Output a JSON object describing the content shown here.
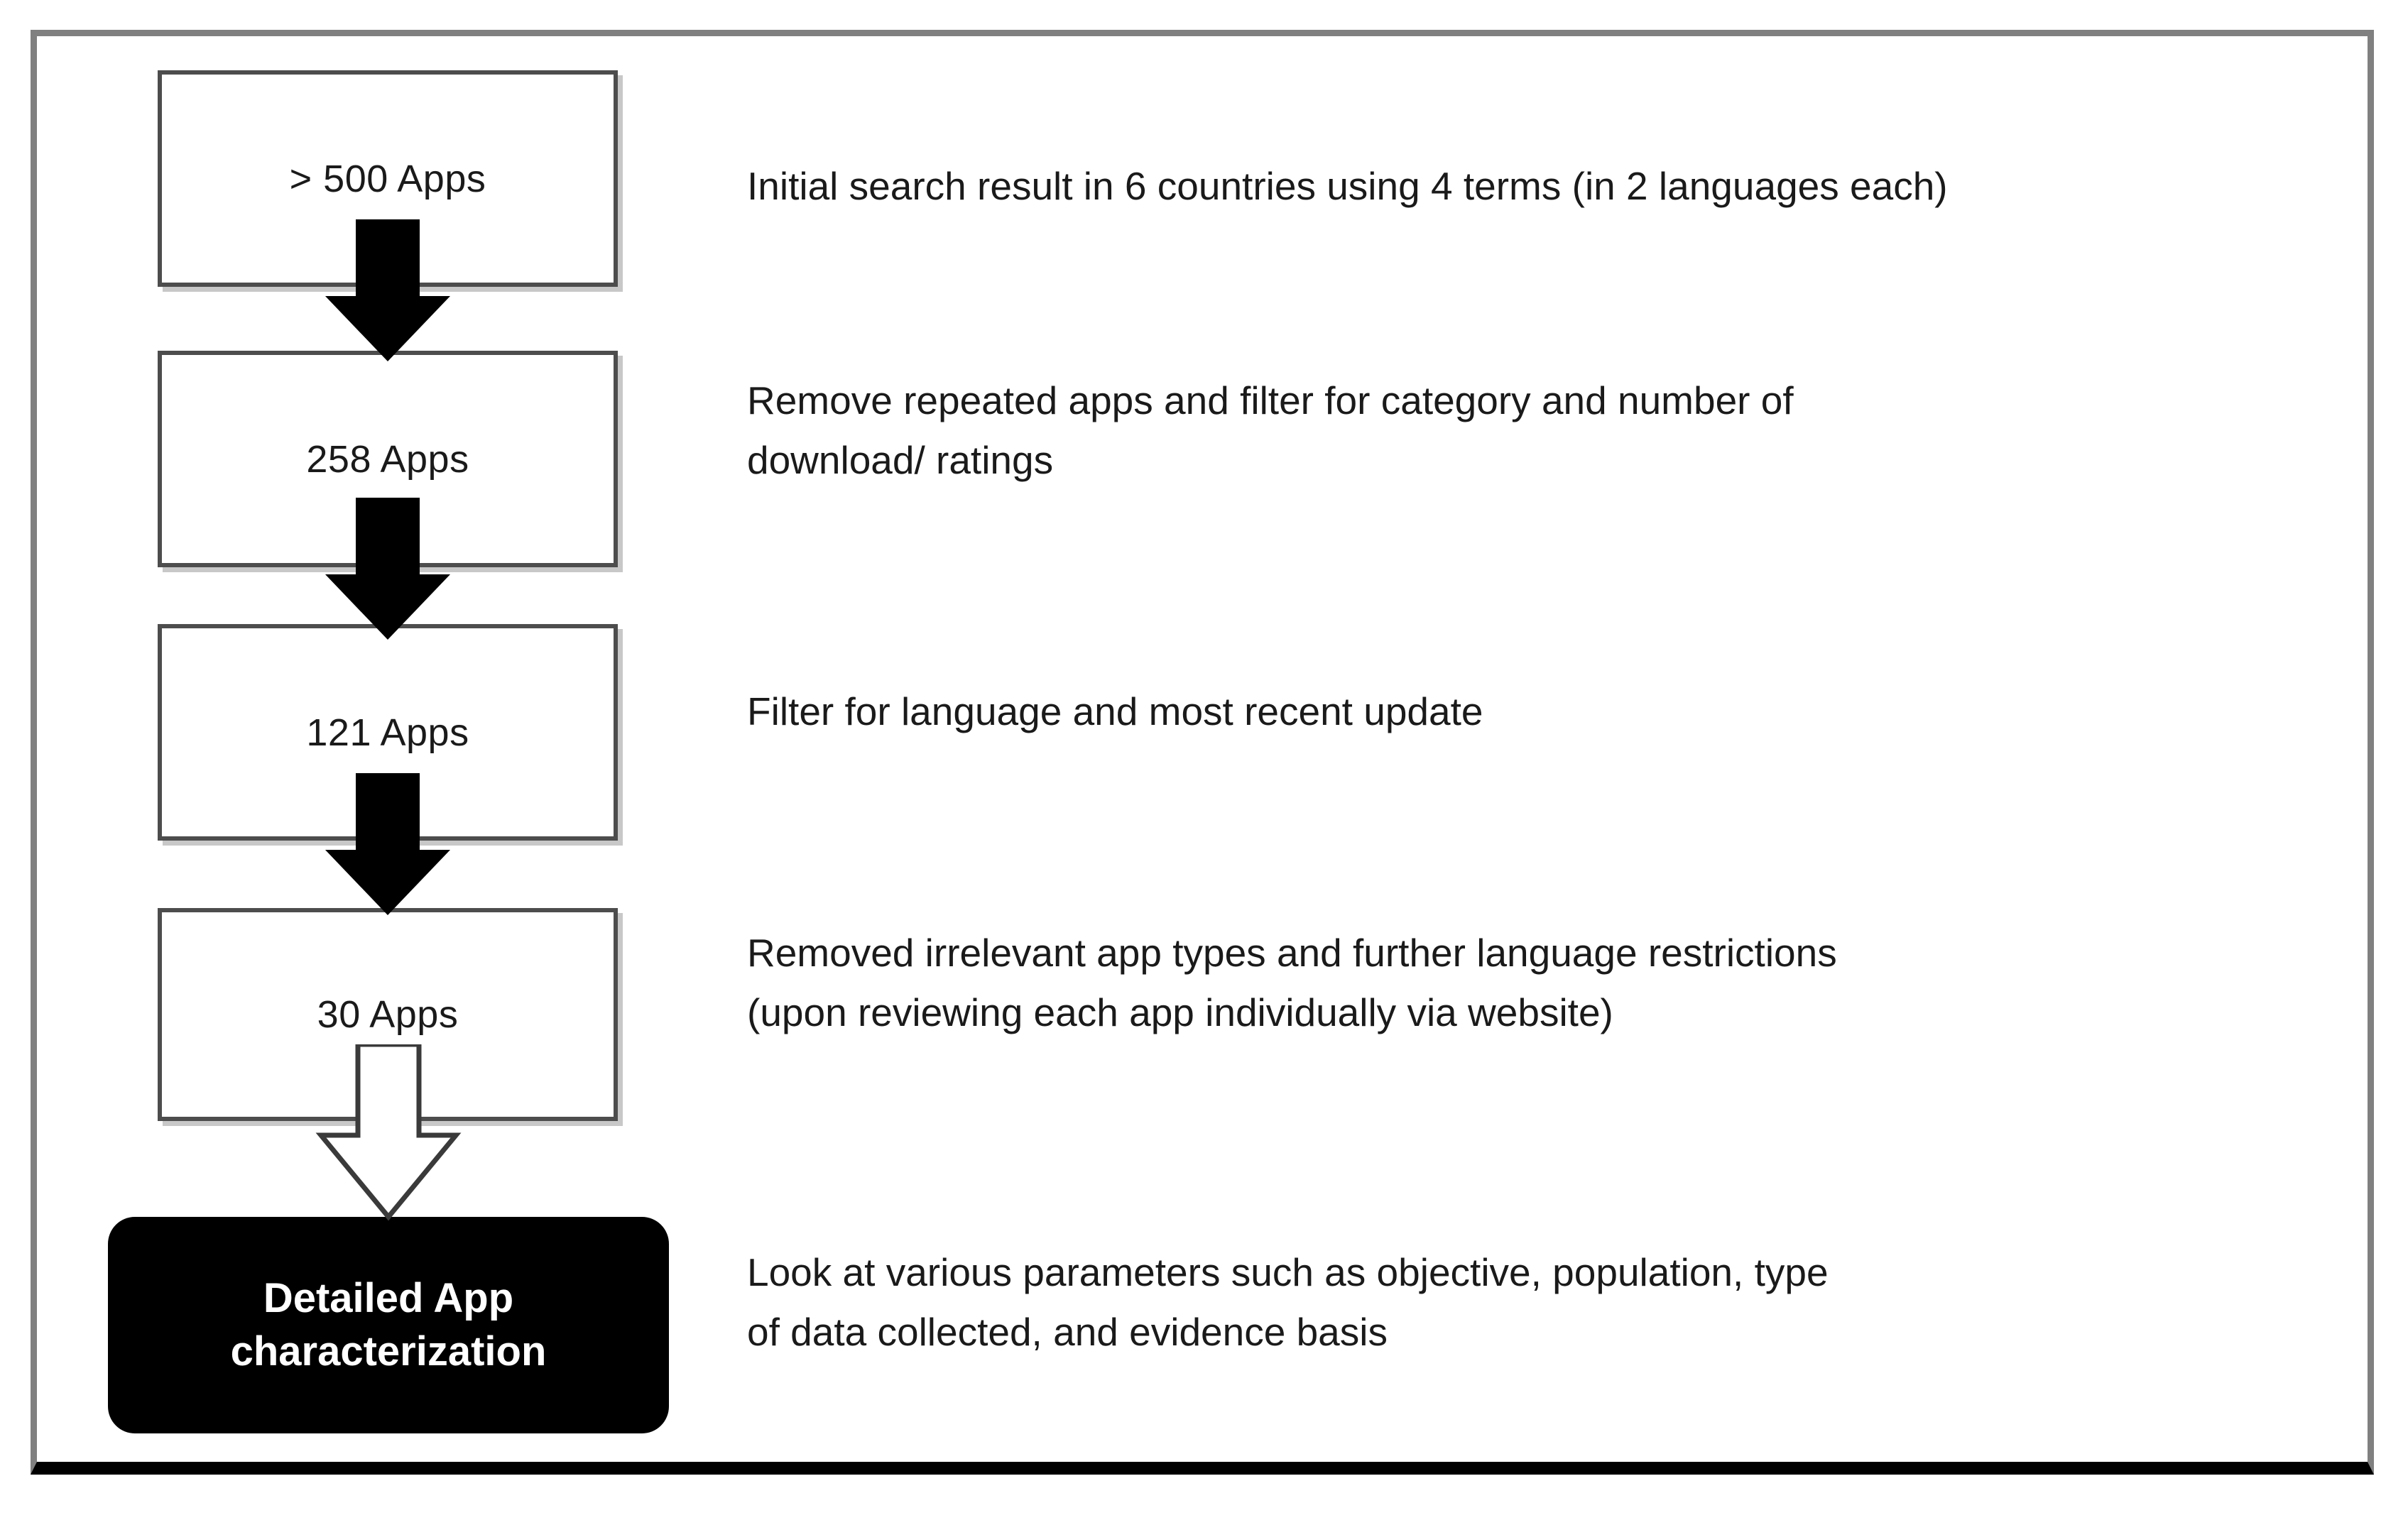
{
  "figure": {
    "type": "flowchart",
    "orientation": "vertical",
    "colors": {
      "frame_border": "#808080",
      "frame_bottom_border": "#000000",
      "box_border": "#4d4d4d",
      "box_fill": "#ffffff",
      "box_shadow": "#c8c8c8",
      "arrow_solid": "#000000",
      "arrow_hollow_fill": "#ffffff",
      "arrow_hollow_stroke": "#3a3a3a",
      "final_box_fill": "#000000",
      "final_box_text": "#ffffff",
      "text": "#1a1a1a"
    },
    "stages": [
      {
        "id": "stage-1",
        "box_label": "> 500 Apps",
        "description_lines": [
          "Initial search result in 6 countries using 4 terms (in 2 languages each)"
        ]
      },
      {
        "id": "stage-2",
        "box_label": "258 Apps",
        "description_lines": [
          "Remove repeated apps and filter for category and number of",
          "download/ ratings"
        ]
      },
      {
        "id": "stage-3",
        "box_label": "121 Apps",
        "description_lines": [
          "Filter for language and most recent update"
        ]
      },
      {
        "id": "stage-4",
        "box_label": "30 Apps",
        "description_lines": [
          "Removed irrelevant app types and further language restrictions",
          "(upon reviewing each app individually via website)"
        ]
      },
      {
        "id": "stage-final",
        "box_label_line1": "Detailed App",
        "box_label_line2": "characterization",
        "description_lines": [
          "Look at various parameters such as objective, population, type",
          "of data collected, and evidence basis"
        ]
      }
    ],
    "connectors": [
      {
        "id": "arrow-1",
        "style": "solid-black",
        "from": "stage-1",
        "to": "stage-2"
      },
      {
        "id": "arrow-2",
        "style": "solid-black",
        "from": "stage-2",
        "to": "stage-3"
      },
      {
        "id": "arrow-3",
        "style": "solid-black",
        "from": "stage-3",
        "to": "stage-4"
      },
      {
        "id": "arrow-4",
        "style": "hollow-outlined",
        "from": "stage-4",
        "to": "stage-final"
      }
    ]
  }
}
